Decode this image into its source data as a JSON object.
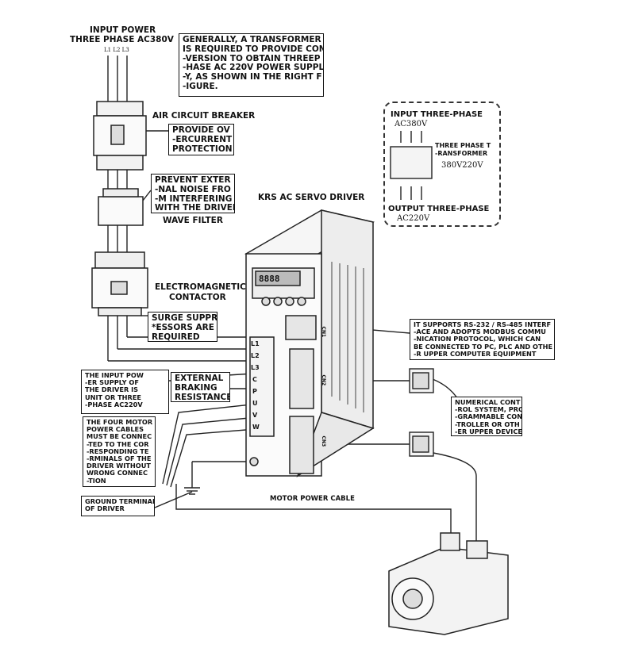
{
  "input_power": {
    "line1": "INPUT POWER",
    "line2": "THREE PHASE AC380V",
    "phases": "L1 L2 L3"
  },
  "transformer_note": [
    "GENERALLY, A TRANSFORMER",
    "IS REQUIRED TO PROVIDE CON",
    "-VERSION TO OBTAIN THREEP",
    "-HASE AC 220V POWER SUPPL",
    "-Y, AS SHOWN IN THE RIGHT F",
    "-IGURE."
  ],
  "air_breaker": {
    "label": "AIR CIRCUIT BREAKER",
    "note": [
      "PROVIDE OV",
      "-ERCURRENT",
      "PROTECTION"
    ]
  },
  "noise_filter": {
    "note": [
      "PREVENT EXTER",
      "-NAL NOISE FRO",
      "-M INTERFERING",
      "WITH THE DRIVER"
    ],
    "label": "WAVE FILTER"
  },
  "driver_title": "KRS AC SERVO DRIVER",
  "contactor": {
    "label_line1": "ELECTROMAGNETIC",
    "label_line2": "CONTACTOR",
    "surge_note": [
      "SURGE SUPPR",
      "*ESSORS ARE",
      "REQUIRED"
    ]
  },
  "inset": {
    "top_label": "INPUT THREE-PHASE",
    "top_voltage": "AC380V",
    "transformer_label": [
      "THREE PHASE T",
      "-RANSFORMER"
    ],
    "transformer_voltages": "380V220V",
    "bottom_label": "OUTPUT THREE-PHASE",
    "bottom_voltage": "AC220V"
  },
  "comm_note": [
    "IT SUPPORTS RS-232 / RS-485 INTERF",
    "-ACE AND ADOPTS MODBUS COMMU",
    "-NICATION PROTOCOL, WHICH CAN",
    "BE CONNECTED TO PC, PLC AND OTHE",
    "-R UPPER COMPUTER EQUIPMENT"
  ],
  "input_power_note": [
    "THE INPUT POW",
    "-ER SUPPLY OF",
    "THE DRIVER IS",
    "UNIT OR THREE",
    "-PHASE AC220V"
  ],
  "braking_note": [
    "EXTERNAL",
    "BRAKING",
    "RESISTANCE"
  ],
  "motor_cables_note": [
    "THE FOUR MOTOR",
    "POWER CABLES",
    "MUST BE CONNEC",
    "-TED TO THE COR",
    "-RESPONDING TE",
    "-RMINALS OF THE",
    "DRIVER WITHOUT",
    "WRONG CONNEC",
    "-TION"
  ],
  "ground_note": [
    "GROUND TERMINAL",
    "OF DRIVER"
  ],
  "nc_note": [
    "NUMERICAL CONT",
    "-ROL SYSTEM, PRO",
    "-GRAMMABLE CON",
    "-TROLLER OR OTH",
    "-ER UPPER DEVICES"
  ],
  "motor_cable_label": "MOTOR POWER CABLE",
  "terminals": [
    "L1",
    "L2",
    "L3",
    "C",
    "P",
    "U",
    "V",
    "W"
  ],
  "ports": [
    "CN1",
    "CN2",
    "CN3"
  ],
  "panel_display": "8888"
}
